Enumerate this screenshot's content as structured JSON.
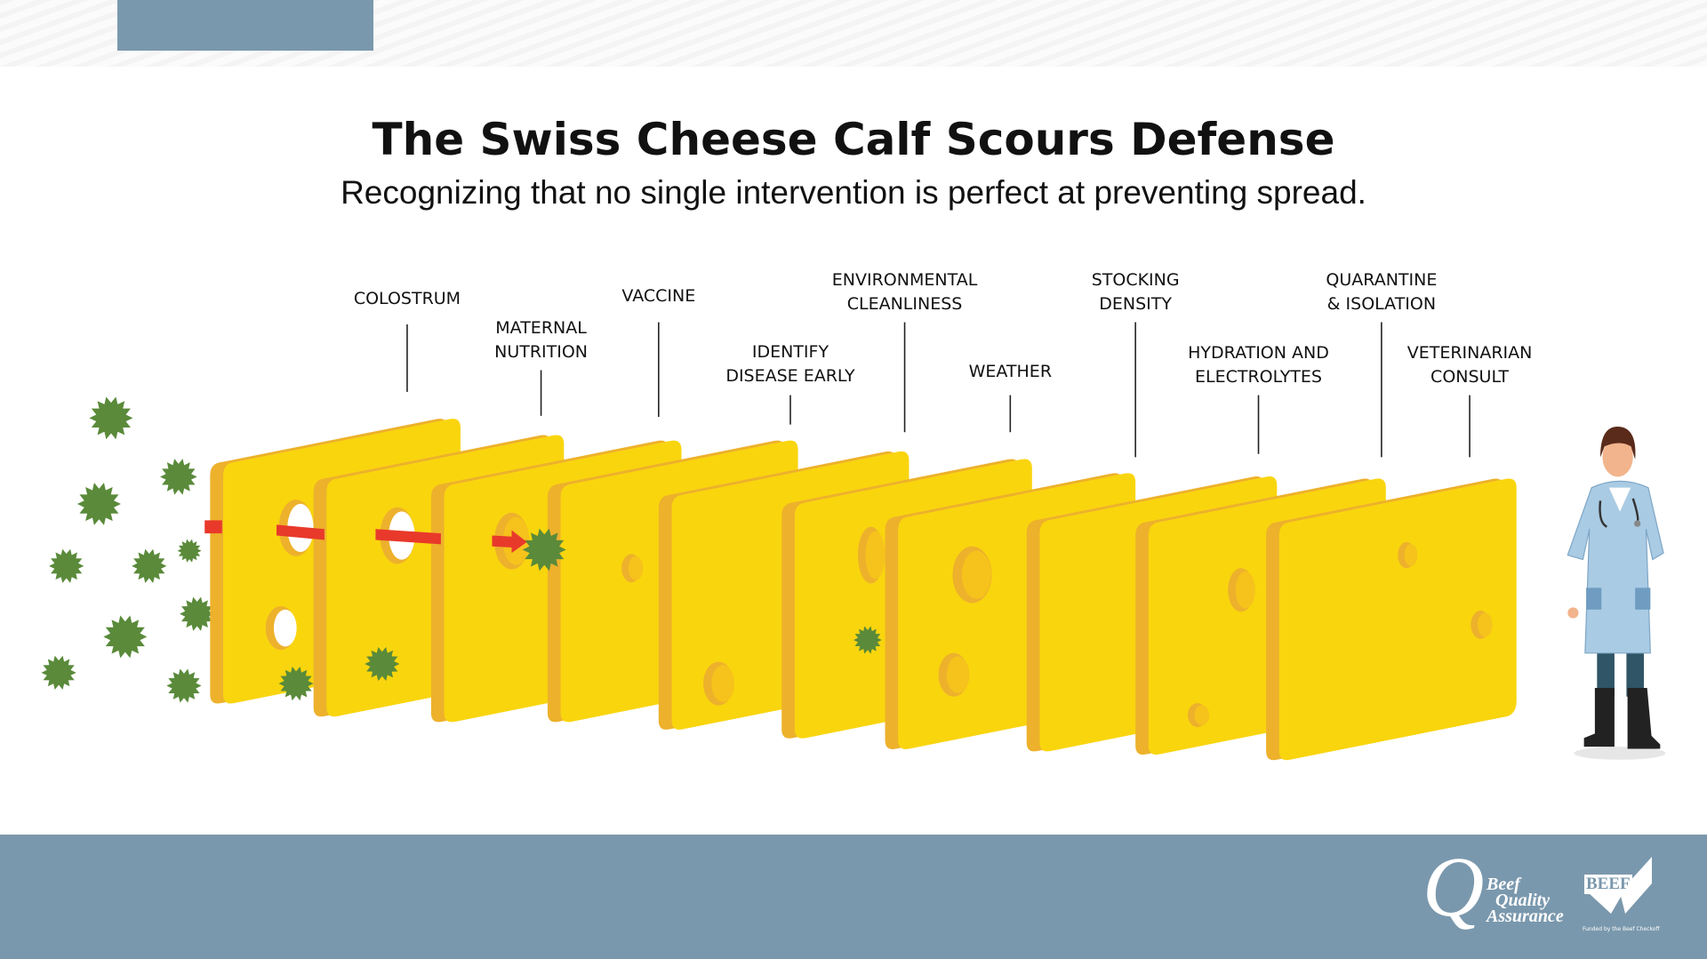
{
  "header": {
    "title": "The Swiss Cheese Calf Scours Defense",
    "subtitle": "Recognizing that no single intervention is perfect at preventing spread."
  },
  "layers": [
    {
      "lines": [
        "COLOSTRUM"
      ]
    },
    {
      "lines": [
        "MATERNAL",
        "NUTRITION"
      ]
    },
    {
      "lines": [
        "VACCINE"
      ]
    },
    {
      "lines": [
        "IDENTIFY",
        "DISEASE EARLY"
      ]
    },
    {
      "lines": [
        "ENVIRONMENTAL",
        "CLEANLINESS"
      ]
    },
    {
      "lines": [
        "WEATHER"
      ]
    },
    {
      "lines": [
        "STOCKING",
        "DENSITY"
      ]
    },
    {
      "lines": [
        "HYDRATION AND",
        "ELECTROLYTES"
      ]
    },
    {
      "lines": [
        "QUARANTINE",
        "& ISOLATION"
      ]
    },
    {
      "lines": [
        "VETERINARIAN",
        "CONSULT"
      ]
    }
  ],
  "footer": {
    "bqa_logo": {
      "letter": "Q",
      "lines": [
        "Beef",
        "Quality",
        "Assurance"
      ]
    },
    "beef_logo": {
      "word": "BEEF",
      "tagline": "Funded by the Beef Checkoff"
    }
  },
  "colors": {
    "accent": "#7a98ad",
    "cheese_face": "#f9d50e",
    "cheese_edge": "#edb12c",
    "germ": "#5a8a3a",
    "arrow": "#e8392b"
  }
}
